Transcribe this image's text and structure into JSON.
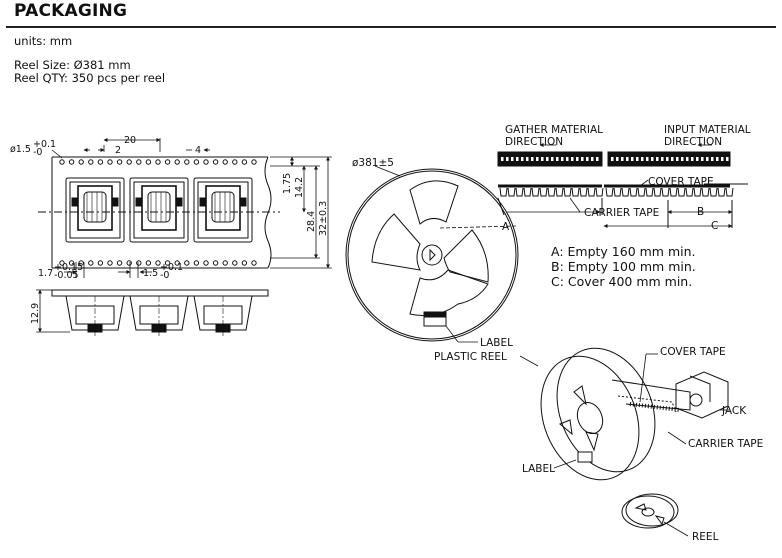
{
  "header": {
    "title": "PACKAGING"
  },
  "info": {
    "units": "units: mm",
    "reel_size": "Reel Size: Ø381 mm",
    "reel_qty": "Reel QTY: 350 pcs per reel"
  },
  "tape_dims": {
    "hole_dia": "ø1.5",
    "hole_dia_tol_up": "+0.1",
    "hole_dia_tol_dn": "-0",
    "pitch_20": "20",
    "pitch_2": "2",
    "pitch_4": "4",
    "d_175": "1.75",
    "d_142": "14.2",
    "d_284": "28.4",
    "d_32": "32±0.3",
    "d_17": "1.7",
    "d_17_tol_up": "+0.15",
    "d_17_tol_dn": "-0.05",
    "d_15": "1.5",
    "d_15_tol_up": "+0.1",
    "d_15_tol_dn": "-0",
    "d_129": "12.9"
  },
  "reel_front": {
    "dia": "ø381±5",
    "label_callout": "LABEL",
    "a_marker": "A"
  },
  "direction": {
    "gather_1": "GATHER MATERIAL",
    "gather_2": "DIRECTION",
    "input_1": "INPUT MATERIAL",
    "input_2": "DIRECTION",
    "cover_tape": "COVER TAPE",
    "carrier_tape": "CARRIER TAPE",
    "b_marker": "B",
    "c_marker": "C"
  },
  "notes": [
    "A: Empty 160 mm min.",
    "B: Empty 100 mm min.",
    "C: Cover 400 mm min."
  ],
  "iso_view": {
    "plastic_reel": "PLASTIC REEL",
    "cover_tape": "COVER TAPE",
    "jack": "JACK",
    "carrier_tape": "CARRIER TAPE",
    "label": "LABEL",
    "reel": "REEL"
  }
}
